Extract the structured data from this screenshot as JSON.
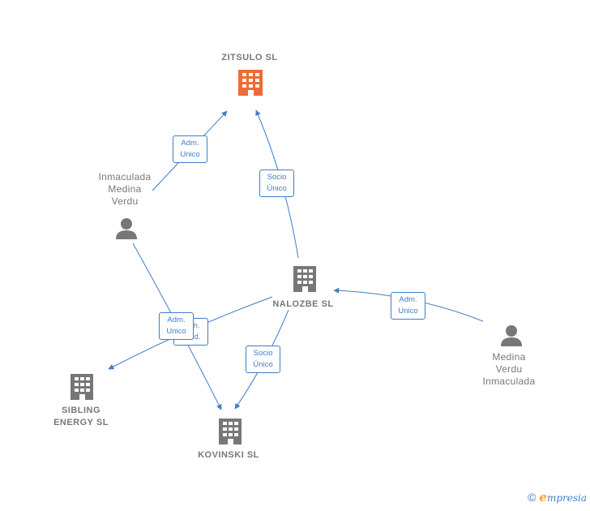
{
  "nodes": {
    "zitsulo": {
      "label": "ZITSULO  SL",
      "type": "company",
      "color": "#f06a35"
    },
    "nalozbe": {
      "label": "NALOZBE  SL",
      "type": "company",
      "color": "#777777"
    },
    "sibling": {
      "label": "SIBLING\nENERGY  SL",
      "type": "company",
      "color": "#777777"
    },
    "kovinski": {
      "label": "KOVINSKI  SL",
      "type": "company",
      "color": "#777777"
    },
    "inmaculada": {
      "label": "Inmaculada\nMedina\nVerdu",
      "type": "person",
      "color": "#777777"
    },
    "medina": {
      "label": "Medina\nVerdu\nInmaculada",
      "type": "person",
      "color": "#777777"
    }
  },
  "edges": {
    "inmaculada_zitsulo": "Adm.\nUnico",
    "nalozbe_zitsulo": "Socio\nÚnico",
    "medina_nalozbe": "Adm.\nUnico",
    "nalozbe_kovinski": "Socio\nÚnico",
    "inmaculada_kovinski": "Adm.\nUnico",
    "nalozbe_sibling": "Adm.\nSolid."
  },
  "colors": {
    "edge": "#3d7ec9",
    "node": "#777777",
    "focus": "#f06a35"
  },
  "footer": {
    "copyright": "©",
    "brand_e": "e",
    "brand_rest": "mpresia"
  }
}
